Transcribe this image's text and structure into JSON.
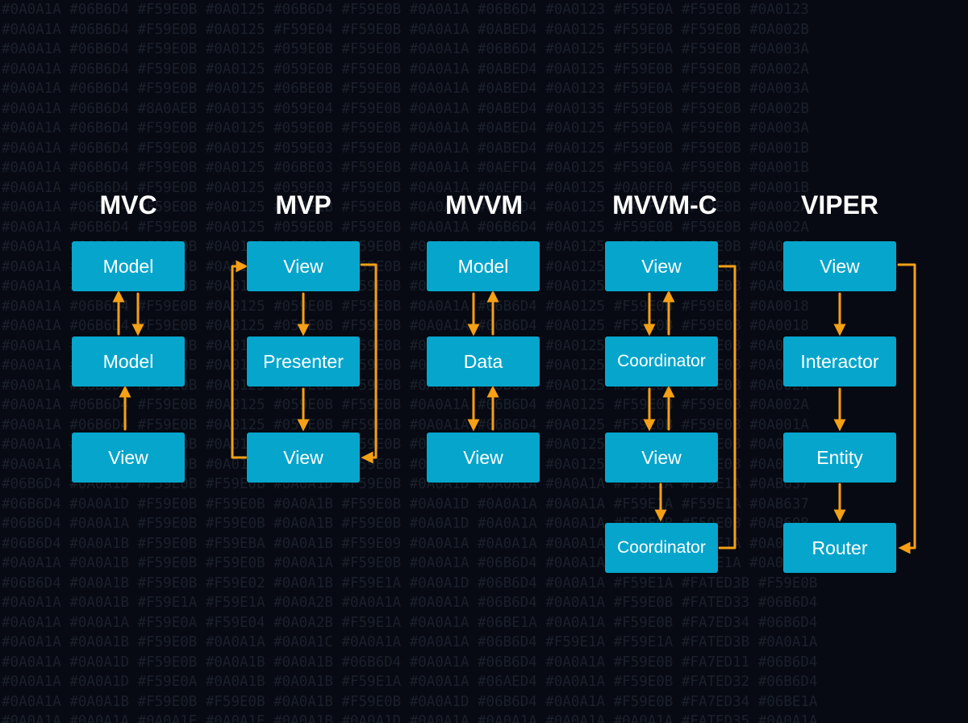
{
  "colors": {
    "background": "#070A12",
    "node_fill": "#06A5CC",
    "arrow": "#F5A015",
    "bg_text": "#1A202C"
  },
  "background_lines": [
    "#0A0A1A #06B6D4 #F59E0B #0A0125 #06B6D4 #F59E0B #0A0A1A #06B6D4 #0A0123 #F59E0A #F59E0B #0A0123",
    "#0A0A1A #06B6D4 #F59E0B #0A0125 #F59E04 #F59E0B #0A0A1A #0ABED4 #0A0125 #F59E0B #F59E0B #0A002B",
    "#0A0A1A #06B6D4 #F59E0B #0A0125 #059E0B #F59E0B #0A0A1A #06B6D4 #0A0125 #F59E0A #F59E0B #0A003A",
    "#0A0A1A #06B6D4 #F59E0B #0A0125 #059E0B #F59E0B #0A0A1A #0ABED4 #0A0125 #F59E0B #F59E0B #0A002A",
    "#0A0A1A #06B6D4 #F59E0B #0A0125 #06BE0B #F59E0B #0A0A1A #0ABED4 #0A0123 #F59E0A #F59E0B #0A003A",
    "#0A0A1A #06B6D4 #8A0AEB #0A0135 #059E04 #F59E0B #0A0A1A #0ABED4 #0A0135 #F59E0B #F59E0B #0A002B",
    "#0A0A1A #06B6D4 #F59E0B #0A0125 #059E0B #F59E0B #0A0A1A #0ABED4 #0A0125 #F59E0A #F59E0B #0A003A",
    "#0A0A1A #06B6D4 #F59E0B #0A0125 #059E03 #F59E0B #0A0A1A #0ABED4 #0A0125 #F59E0B #F59E0B #0A001B",
    "#0A0A1A #06B6D4 #F59E0B #0A0125 #06BE03 #F59E0B #0A0A1A #0AEFD4 #0A0125 #F59E0A #F59E0B #0A001B",
    "#0A0A1A #06B6D4 #F59E0B #0A0125 #059E03 #F59E0B #0A0A1A #0AEFD4 #0A0125 #0A0FF0 #F59E0B #0A001B",
    "#0A0A1A #06B6D4 #F59E0B #0A0125 #059E1B #F59E0B #0A0A1A #0ABED4 #0A0125 #0A0F1A #F59E0B #0A002A",
    "#0A0A1A #06B6D4 #F59E0B #0A0125 #059E0B #F59E0B #0A0A1A #06B6D4 #0A0125 #F59E0B #F59E0B #0A002A",
    "#0A0A1A #06B6D4 #F59E0B #0A0125 #059E0B #F59E0B #0A0A1A #06B6D4 #0A0125 #F59E0B #F59E0B #0A002B",
    "#0A0A1A #06B6D4 #F59E0B #0A0125 #059E0B #F59E0B #0A0A1A #06B6D4 #0A0125 #F59E0B #F59E0B #0A001B",
    "#0A0A1A #06B6D4 #F59E0B #0A0125 #059E0B #F59E0B #0A0A1A #06B6D4 #0A0125 #F59E0B #F59E0B #0A001B",
    "#0A0A1A #06B6D4 #F59E0B #0A0125 #059E0B #F59E0B #0A0A1A #06B6D4 #0A0125 #F59E0B #F59E0B #0A0018",
    "#0A0A1A #06B6D4 #F59E0B #0A0125 #059E0B #F59E0B #0A0A1A #06B6D4 #0A0125 #F59E0B #F59E0B #0A0018",
    "#0A0A1A #06B6D4 #F59E0B #0A0125 #059E0B #F59E0B #0A0A1A #06B6D4 #0A0125 #F59E0B #F59E0B #0A0019",
    "#0A0A1A #06B6D4 #F59E0B #0A0125 #059E0B #F59E0B #0A0A1A #06B6D4 #0A0125 #F59E0B #F59E0B #0A002B",
    "#0A0A1A #06B6D4 #F59E0B #0A0125 #059E0B #F59E0B #0A0A1A #06B6D4 #0A0125 #F59E0B #F59E0B #0A002A",
    "#0A0A1A #06B6D4 #F59E0B #0A0125 #059E0B #F59E0B #0A0A1A #06B6D4 #0A0125 #F59E0B #F59E0B #0A002A",
    "#0A0A1A #06B6D4 #F59E0B #0A0125 #059E0B #F59E0B #0A0A1A #06B6D4 #0A0125 #F59E0B #F59E0B #0A001A",
    "#0A0A1A #06B6D4 #F59E0B #0A0125 #059E0B #F59E0B #0A0A1A #06B6D4 #0A0125 #F59E0B #F59E0B #0A001A",
    "#0A0A1A #06B6D4 #F59E0B #0A0125 #059E0B #F59E0B #0A0A1A #06B6D4 #0A0125 #F59E0B #F59E0B #0A001A",
    "#06B6D4 #0A0A1D #F59E0B #F59E0B #0A0A1D #F59E0B #0A0A1D #0A0A1A #0A0A1A #F59E1A #F59E1A #0AB637",
    "#06B6D4 #0A0A1D #F59E0B #F59E0B #0A0A1B #F59E0B #0A0A1D #0A0A1A #0A0A1A #F59E1A #F59E1A #0AB637",
    "#06B6D4 #0A0A1A #F59E0B #F59E0B #0A0A1B #F59E0B #0A0A1D #0A0A1A #0A0A1A #F59E0B #F59E0B #0AB608",
    "#06B6D4 #0A0A1B #F59E0B #F59EBA #0A0A1B #F59E09 #0A0A1A #0A0A1A #0A0A1A #F59E1A #F59E1A #0A0A1A",
    "#0A0A1A #0A0A1B #F59E0B #F59E0B #0A0A1A #F59E0B #0A0A1A #06B6D4 #0A0A1A #F59E1A #F59E1A #0A0A1A",
    "#06B6D4 #0A0A1B #F59E0B #F59E02 #0A0A1B #F59E1A #0A0A1D #06B6D4 #0A0A1A #F59E1A #FATED3B #F59E0B",
    "#0A0A1A #0A0A1B #F59E1A #F59E1A #0A0A2B #0A0A1A #0A0A1A #06B6D4 #0A0A1A #F59E0B #FATED33 #06B6D4",
    "#0A0A1A #0A0A1A #F59E0A #F59E04 #0A0A2B #F59E1A #0A0A1A #06BE1A #0A0A1A #F59E0B #FA7ED34 #06B6D4",
    "#0A0A1A #0A0A1B #F59E0B #0A0A1A #0A0A1C #0A0A1A #0A0A1A #06B6D4 #F59E1A #F59E1A #FATED3B #0A0A1A",
    "#0A0A1A #0A0A1D #F59E0B #0A0A1B #0A0A1B #06B6D4 #0A0A1A #06B6D4 #0A0A1A #F59E0B #FA7ED11 #06B6D4",
    "#0A0A1A #0A0A1D #F59E0A #0A0A1B #0A0A1B #F59E1A #0A0A1A #06AED4 #0A0A1A #F59E0B #FATED32 #06B6D4",
    "#0A0A1A #0A0A1B #F59E0B #F59E0B #0A0A1B #F59E0B #0A0A1D #06B6D4 #0A0A1A #F59E0B #FA7ED34 #06BE1A",
    "#0A0A1A #0A0A1A #0A0A1E #0A0A1E #0A0A1B #0A0A1D #0A0A1A #0A0A1A #0A0A1A #0A0A1A #FATED35 #0A0A1A"
  ],
  "columns": [
    {
      "title": "MVC",
      "nodes": [
        "Model",
        "Model",
        "View"
      ]
    },
    {
      "title": "MVP",
      "nodes": [
        "View",
        "Presenter",
        "View"
      ]
    },
    {
      "title": "MVVM",
      "nodes": [
        "Model",
        "Data",
        "View"
      ]
    },
    {
      "title": "MVVM-C",
      "nodes": [
        "View",
        "Coordinator",
        "View",
        "Coordinator"
      ]
    },
    {
      "title": "VIPER",
      "nodes": [
        "View",
        "Interactor",
        "Entity",
        "Router"
      ]
    }
  ]
}
